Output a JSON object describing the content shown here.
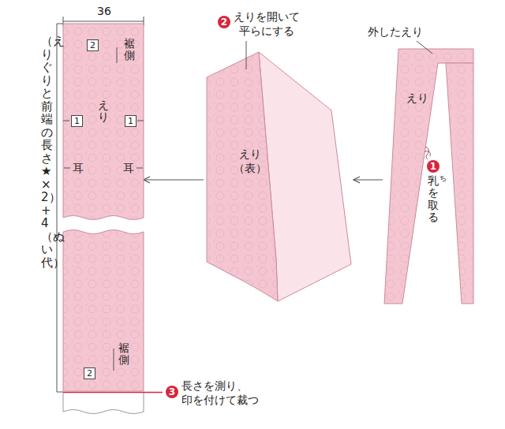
{
  "diagram": {
    "nodes": [
      {
        "text": [
          "2",
          "裾側",
          "1",
          "えり",
          "1",
          "耳",
          "耳",
          "裾側",
          "2"
        ]
      },
      {
        "text": [
          "えり （表）"
        ]
      },
      {
        "text": [
          "えり"
        ]
      }
    ],
    "edges": [
      {
        "from": 2,
        "to": 1,
        "arrow": "to"
      },
      {
        "from": 1,
        "to": 0,
        "arrow": "to"
      }
    ],
    "labels": [
      "36",
      "（えりぐりと前端の長さ★×2）+4（ぬい代）",
      "2",
      "えりを開いて 平らにする",
      "外したえり",
      "1",
      "乳を取る",
      "ち",
      "3",
      "長さを測り、 印を付けて裁つ"
    ]
  }
}
